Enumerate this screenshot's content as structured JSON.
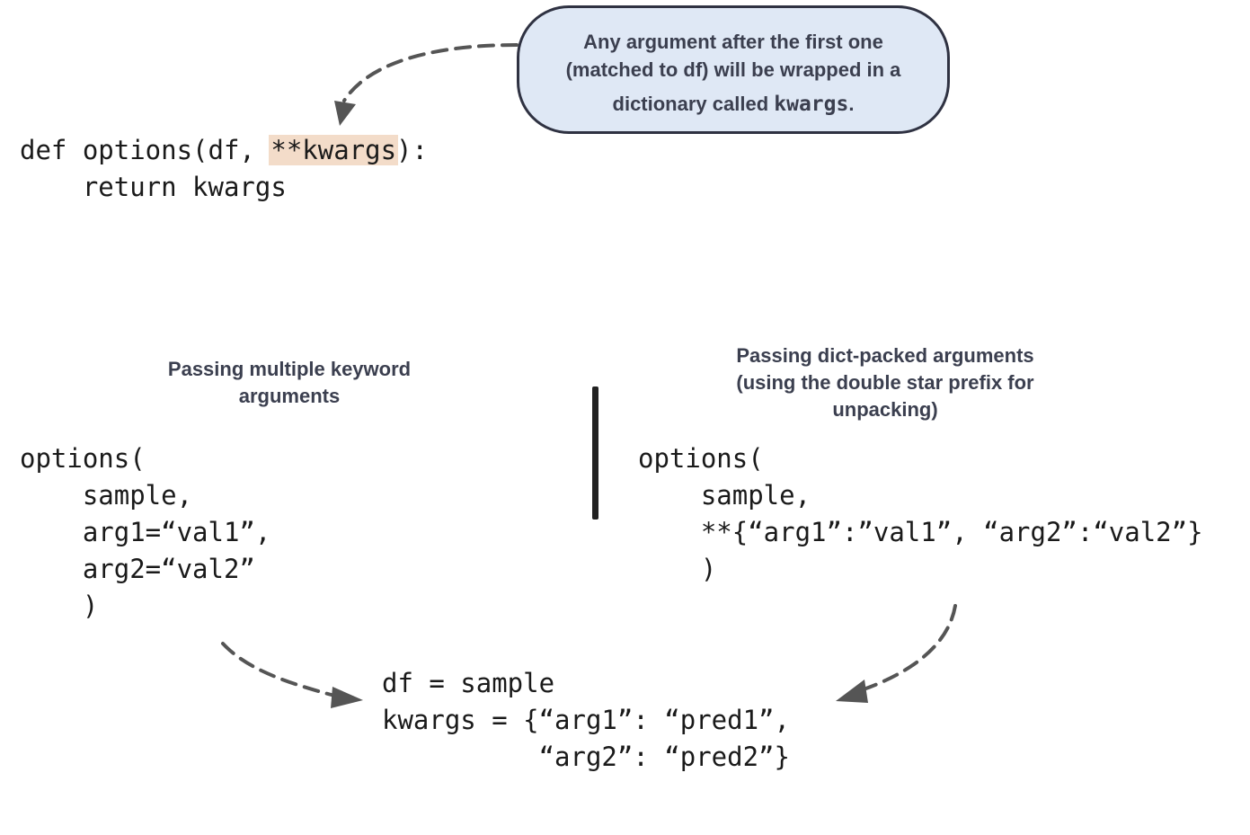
{
  "callout": {
    "line1": "Any argument after the first one",
    "line2": "(matched to df) will be wrapped in a",
    "line3_prefix": "dictionary called ",
    "line3_code": "kwargs",
    "line3_suffix": "."
  },
  "definition": {
    "line1_before": "def options(df, ",
    "line1_highlight": "**kwargs",
    "line1_after": "):",
    "line2": "    return kwargs"
  },
  "left_panel": {
    "heading_line1": "Passing multiple keyword",
    "heading_line2": "arguments",
    "code": [
      "options(",
      "    sample,",
      "    arg1=“val1”,",
      "    arg2=“val2”",
      "    )"
    ]
  },
  "right_panel": {
    "heading_line1": "Passing dict-packed arguments",
    "heading_line2": "(using the double star prefix for",
    "heading_line3": "unpacking)",
    "code": [
      "options(",
      "    sample,",
      "    **{“arg1”:”val1”, “arg2”:“val2”}",
      "    )"
    ]
  },
  "result": {
    "code": [
      "df = sample",
      "kwargs = {“arg1”: “pred1”,",
      "          “arg2”: “pred2”}"
    ]
  },
  "colors": {
    "highlight": "#f3dcc9",
    "callout_fill": "#dfe8f5",
    "callout_border": "#2f3242",
    "heading_text": "#3b3f4f",
    "arrow": "#555555"
  }
}
